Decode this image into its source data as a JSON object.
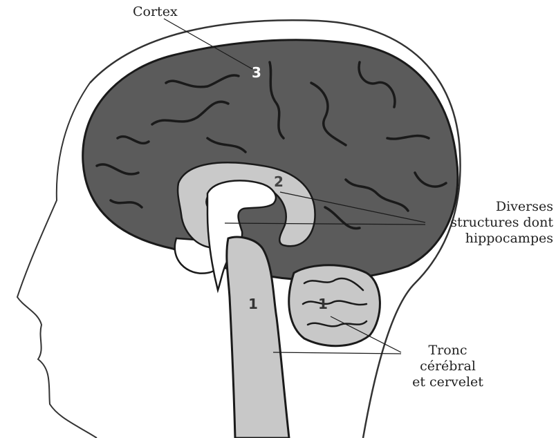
{
  "labels": {
    "cortex": "Cortex",
    "structures": [
      "Diverses",
      "structures dont",
      "hippocampes"
    ],
    "tronc": [
      "Tronc",
      "cérébral",
      "et cervelet"
    ]
  },
  "numbers": {
    "cortex_num": "3",
    "limbic_num": "2",
    "brainstem_num": "1",
    "cerebellum_num": "1"
  },
  "colors": {
    "cortex": "#5b5b5b",
    "limbic": "#c9c9c9",
    "brainstem": "#c8c8c8",
    "outline": "#1a1a1a",
    "label_text": "#222222"
  }
}
